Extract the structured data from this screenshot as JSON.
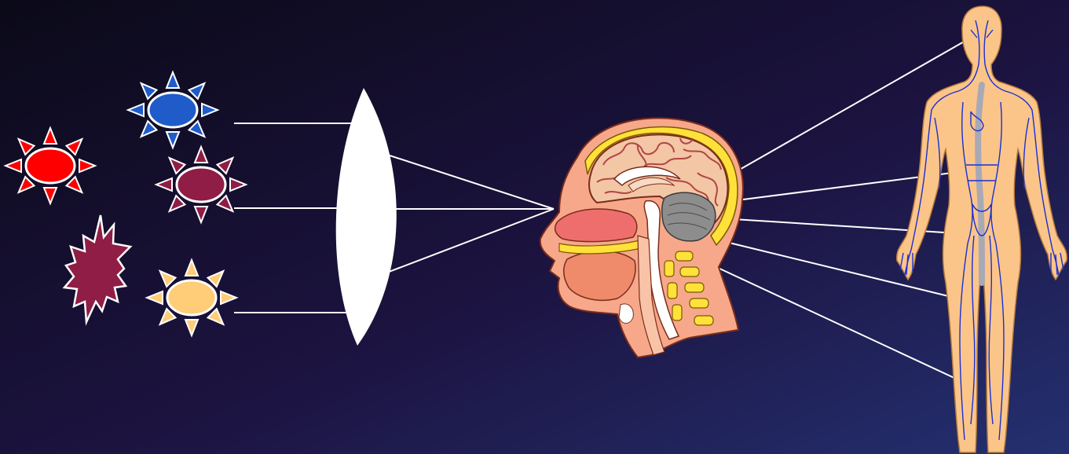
{
  "scene": {
    "background": {
      "from": "#0b0a18",
      "mid": "#1c1340",
      "to": "#243070"
    },
    "line_color": "#ffffff",
    "lens": {
      "fill": "#ffffff"
    },
    "stars": [
      {
        "name": "blue-star",
        "icon": "sun-icon",
        "body_color": "#1f5cc9",
        "ray_color": "#1f5cc9"
      },
      {
        "name": "red-star",
        "icon": "sun-icon",
        "body_color": "#ff0000",
        "ray_color": "#ff0000"
      },
      {
        "name": "maroon-star",
        "icon": "sun-icon",
        "body_color": "#8f1d45",
        "ray_color": "#8f1d45"
      },
      {
        "name": "burst-star",
        "icon": "burst-icon",
        "body_color": "#8f1d45"
      },
      {
        "name": "yellow-star",
        "icon": "sun-icon",
        "body_color": "#ffcc77",
        "ray_color": "#ffcc77"
      }
    ],
    "head": {
      "icon": "head-cross-section-icon",
      "skin": "#f7a88a",
      "brain": "#f3c6a6",
      "gyri": "#b24545",
      "fat": "#ffe13a",
      "cerebellum": "#8d8d8d",
      "nasal": "#ee6e6e"
    },
    "body": {
      "icon": "human-body-icon",
      "skin": "#fbc58a",
      "veins": "#1a2fd0",
      "spine": "#a9a9b6"
    }
  }
}
